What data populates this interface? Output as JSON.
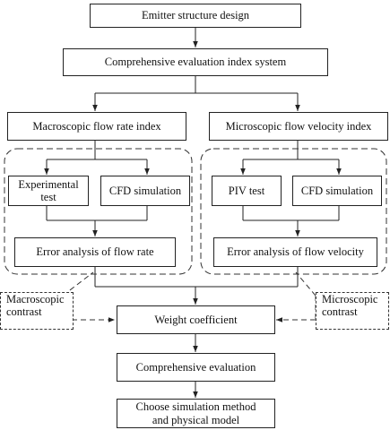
{
  "nodes": {
    "design": "Emitter structure design",
    "index_system": "Comprehensive evaluation index system",
    "macro_index": "Macroscopic flow rate index",
    "micro_index": "Microscopic flow velocity index",
    "experimental_test": [
      "Experimental",
      "test"
    ],
    "cfd_left": "CFD simulation",
    "piv_test": "PIV test",
    "cfd_right": "CFD simulation",
    "error_flow_rate": "Error analysis of flow rate",
    "error_flow_velocity": "Error analysis of flow velocity",
    "macro_contrast": [
      "Macroscopic",
      "contrast"
    ],
    "micro_contrast": [
      "Microscopic",
      "contrast"
    ],
    "weight": "Weight coefficient",
    "comprehensive_eval": "Comprehensive evaluation",
    "choose": [
      "Choose simulation method",
      "and physical model"
    ]
  }
}
